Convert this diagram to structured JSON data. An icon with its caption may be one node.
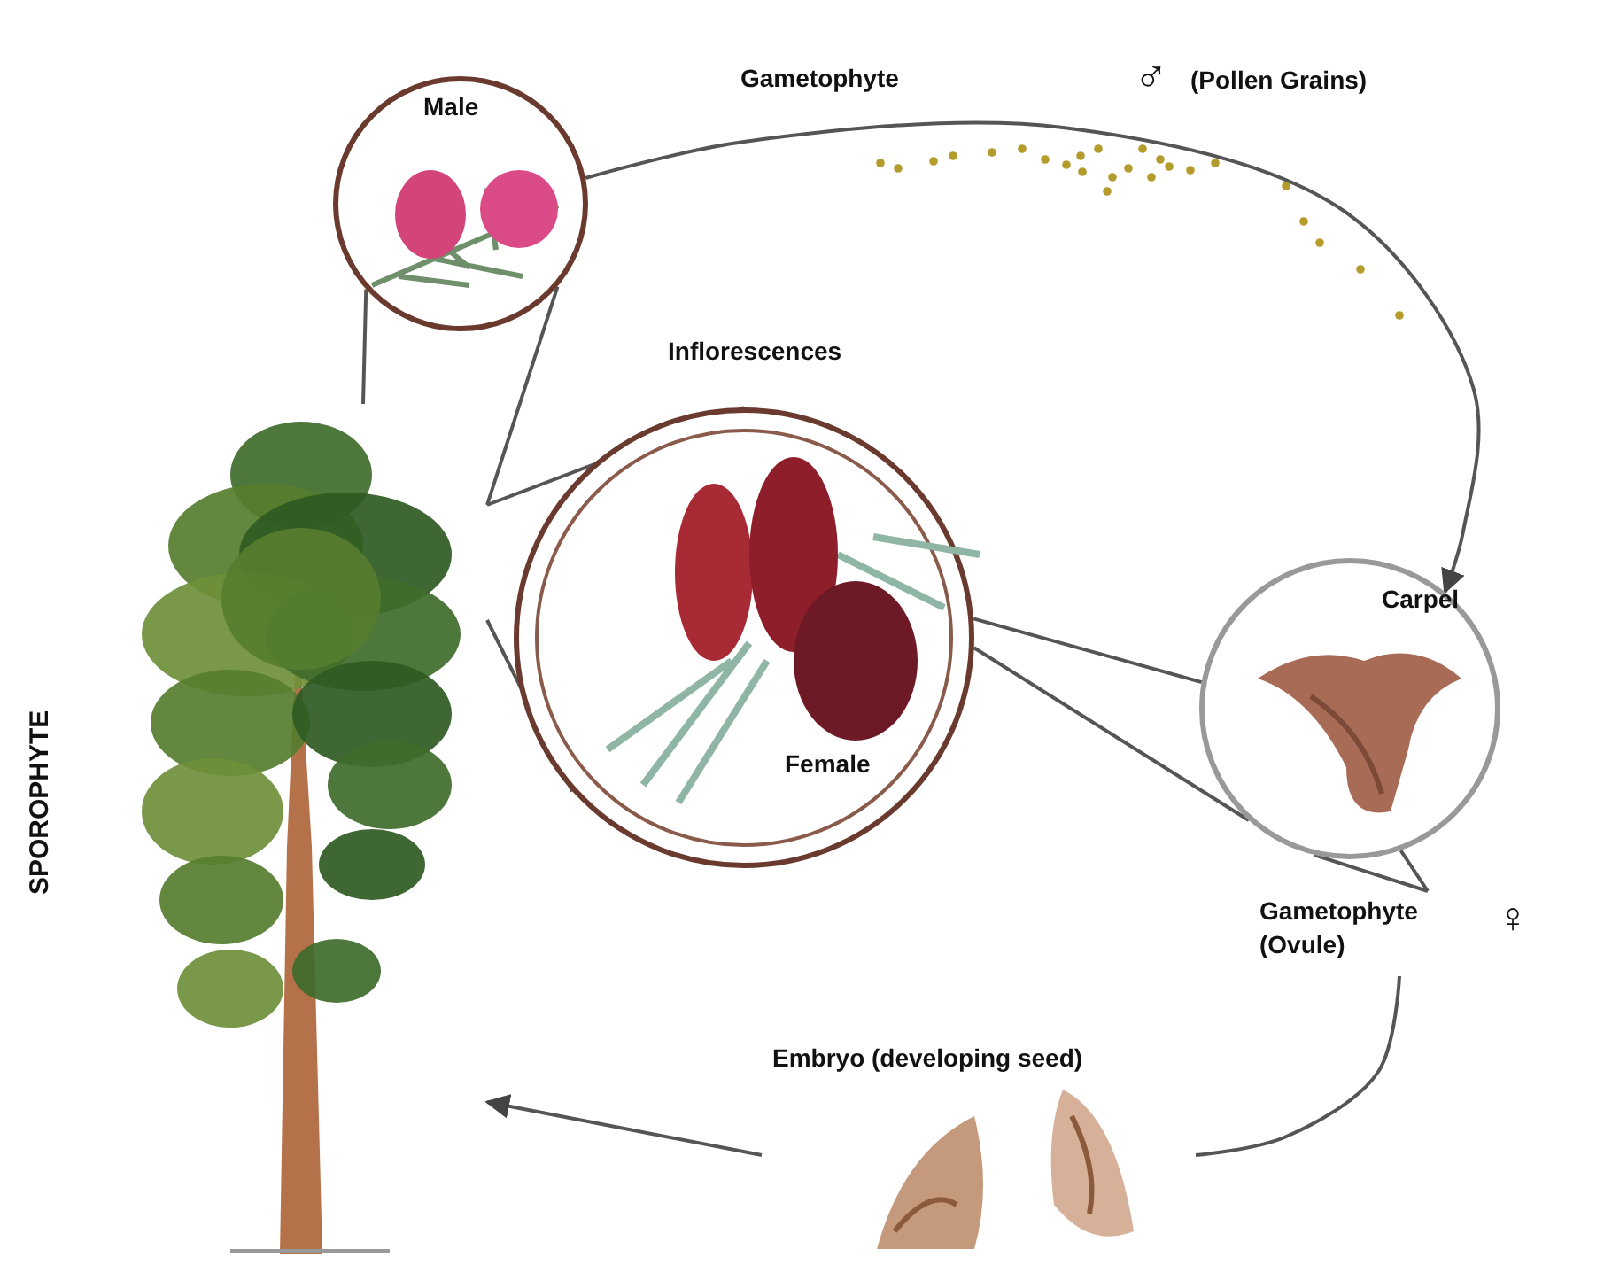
{
  "diagram": {
    "nodes": [
      {
        "text": [],
        "shape": "picture",
        "beside": [
          "SPOROPHYTE"
        ]
      },
      {
        "text": [
          "Male"
        ]
      },
      {
        "text": [
          "Female"
        ]
      },
      {
        "text": [
          "Carpel"
        ]
      },
      {
        "text": [
          "Gametophyte (Ovule)"
        ]
      },
      {
        "text": [
          "Embryo (developing seed)"
        ]
      }
    ],
    "edges": [
      {
        "from": 0,
        "to": 1,
        "arrow": "none"
      },
      {
        "from": 0,
        "to": 1,
        "arrow": "none"
      },
      {
        "from": 0,
        "to": 2,
        "arrow": "none"
      },
      {
        "from": 0,
        "to": 2,
        "arrow": "none"
      },
      {
        "from": 1,
        "to": 3,
        "arrow": "to"
      },
      {
        "from": 2,
        "to": 3,
        "arrow": "none"
      },
      {
        "from": 2,
        "to": 3,
        "arrow": "none"
      },
      {
        "from": 4,
        "to": 3,
        "arrow": "none"
      },
      {
        "from": 4,
        "to": 3,
        "arrow": "none"
      },
      {
        "from": 4,
        "to": 5,
        "arrow": "none"
      },
      {
        "from": 5,
        "to": 0,
        "arrow": "to"
      }
    ],
    "labels": [
      "Gametophyte",
      "♂",
      "(Pollen Grains)",
      "Inflorescences",
      "♀"
    ]
  }
}
